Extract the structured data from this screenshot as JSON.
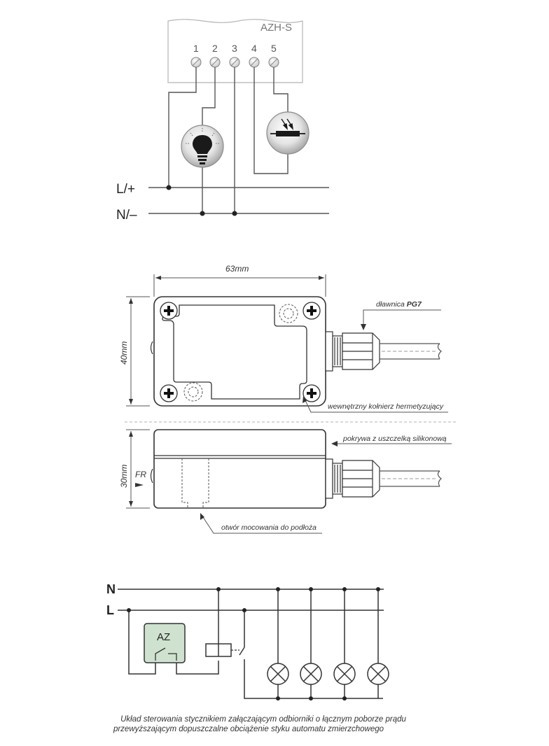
{
  "wiring": {
    "module_label": "AZH-S",
    "terminals": [
      "1",
      "2",
      "3",
      "4",
      "5"
    ],
    "bus_live": "L/+",
    "bus_neutral": "N/–",
    "icons": [
      "lamp-icon",
      "photoresistor-icon"
    ]
  },
  "housing": {
    "width_label": "63mm",
    "height_label": "40mm",
    "depth_label": "30mm",
    "gland_prefix": "dławnica ",
    "gland_type": "PG7",
    "inner_flange": "wewnętrzny kołnierz hermetyzujący",
    "cover": "pokrywa z uszczelką silikonową",
    "fr_label": "FR",
    "mount_hole": "otwór mocowania do podłoża"
  },
  "contactor": {
    "n_label": "N",
    "l_label": "L",
    "device_label": "AZ",
    "device_color": "#cfe2cf",
    "lamp_count": 4
  },
  "caption": {
    "line1": "Układ sterowania stycznikiem załączającym odbiorniki o łącznym poborze prądu",
    "line2": "przewyższającym dopuszczalne obciążenie styku automatu zmierzchowego"
  }
}
